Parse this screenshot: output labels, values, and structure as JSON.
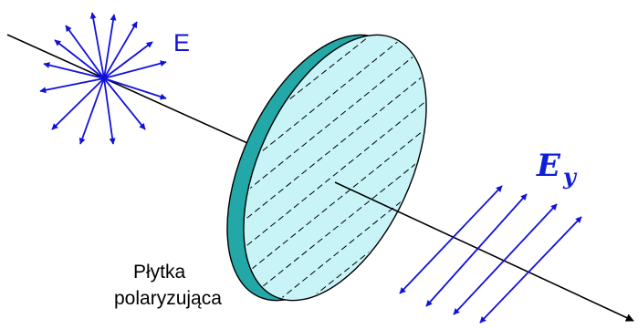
{
  "labels": {
    "input_field": "E",
    "output_symbol": "E",
    "output_subscript": "y",
    "plate_line1": "Płytka",
    "plate_line2": "polaryzująca"
  },
  "colors": {
    "beam": "#000000",
    "arrows": "#1111dd",
    "plate_face": "#c8f4f8",
    "plate_edge": "#23a7a7",
    "output_label": "#0f1fd8"
  }
}
